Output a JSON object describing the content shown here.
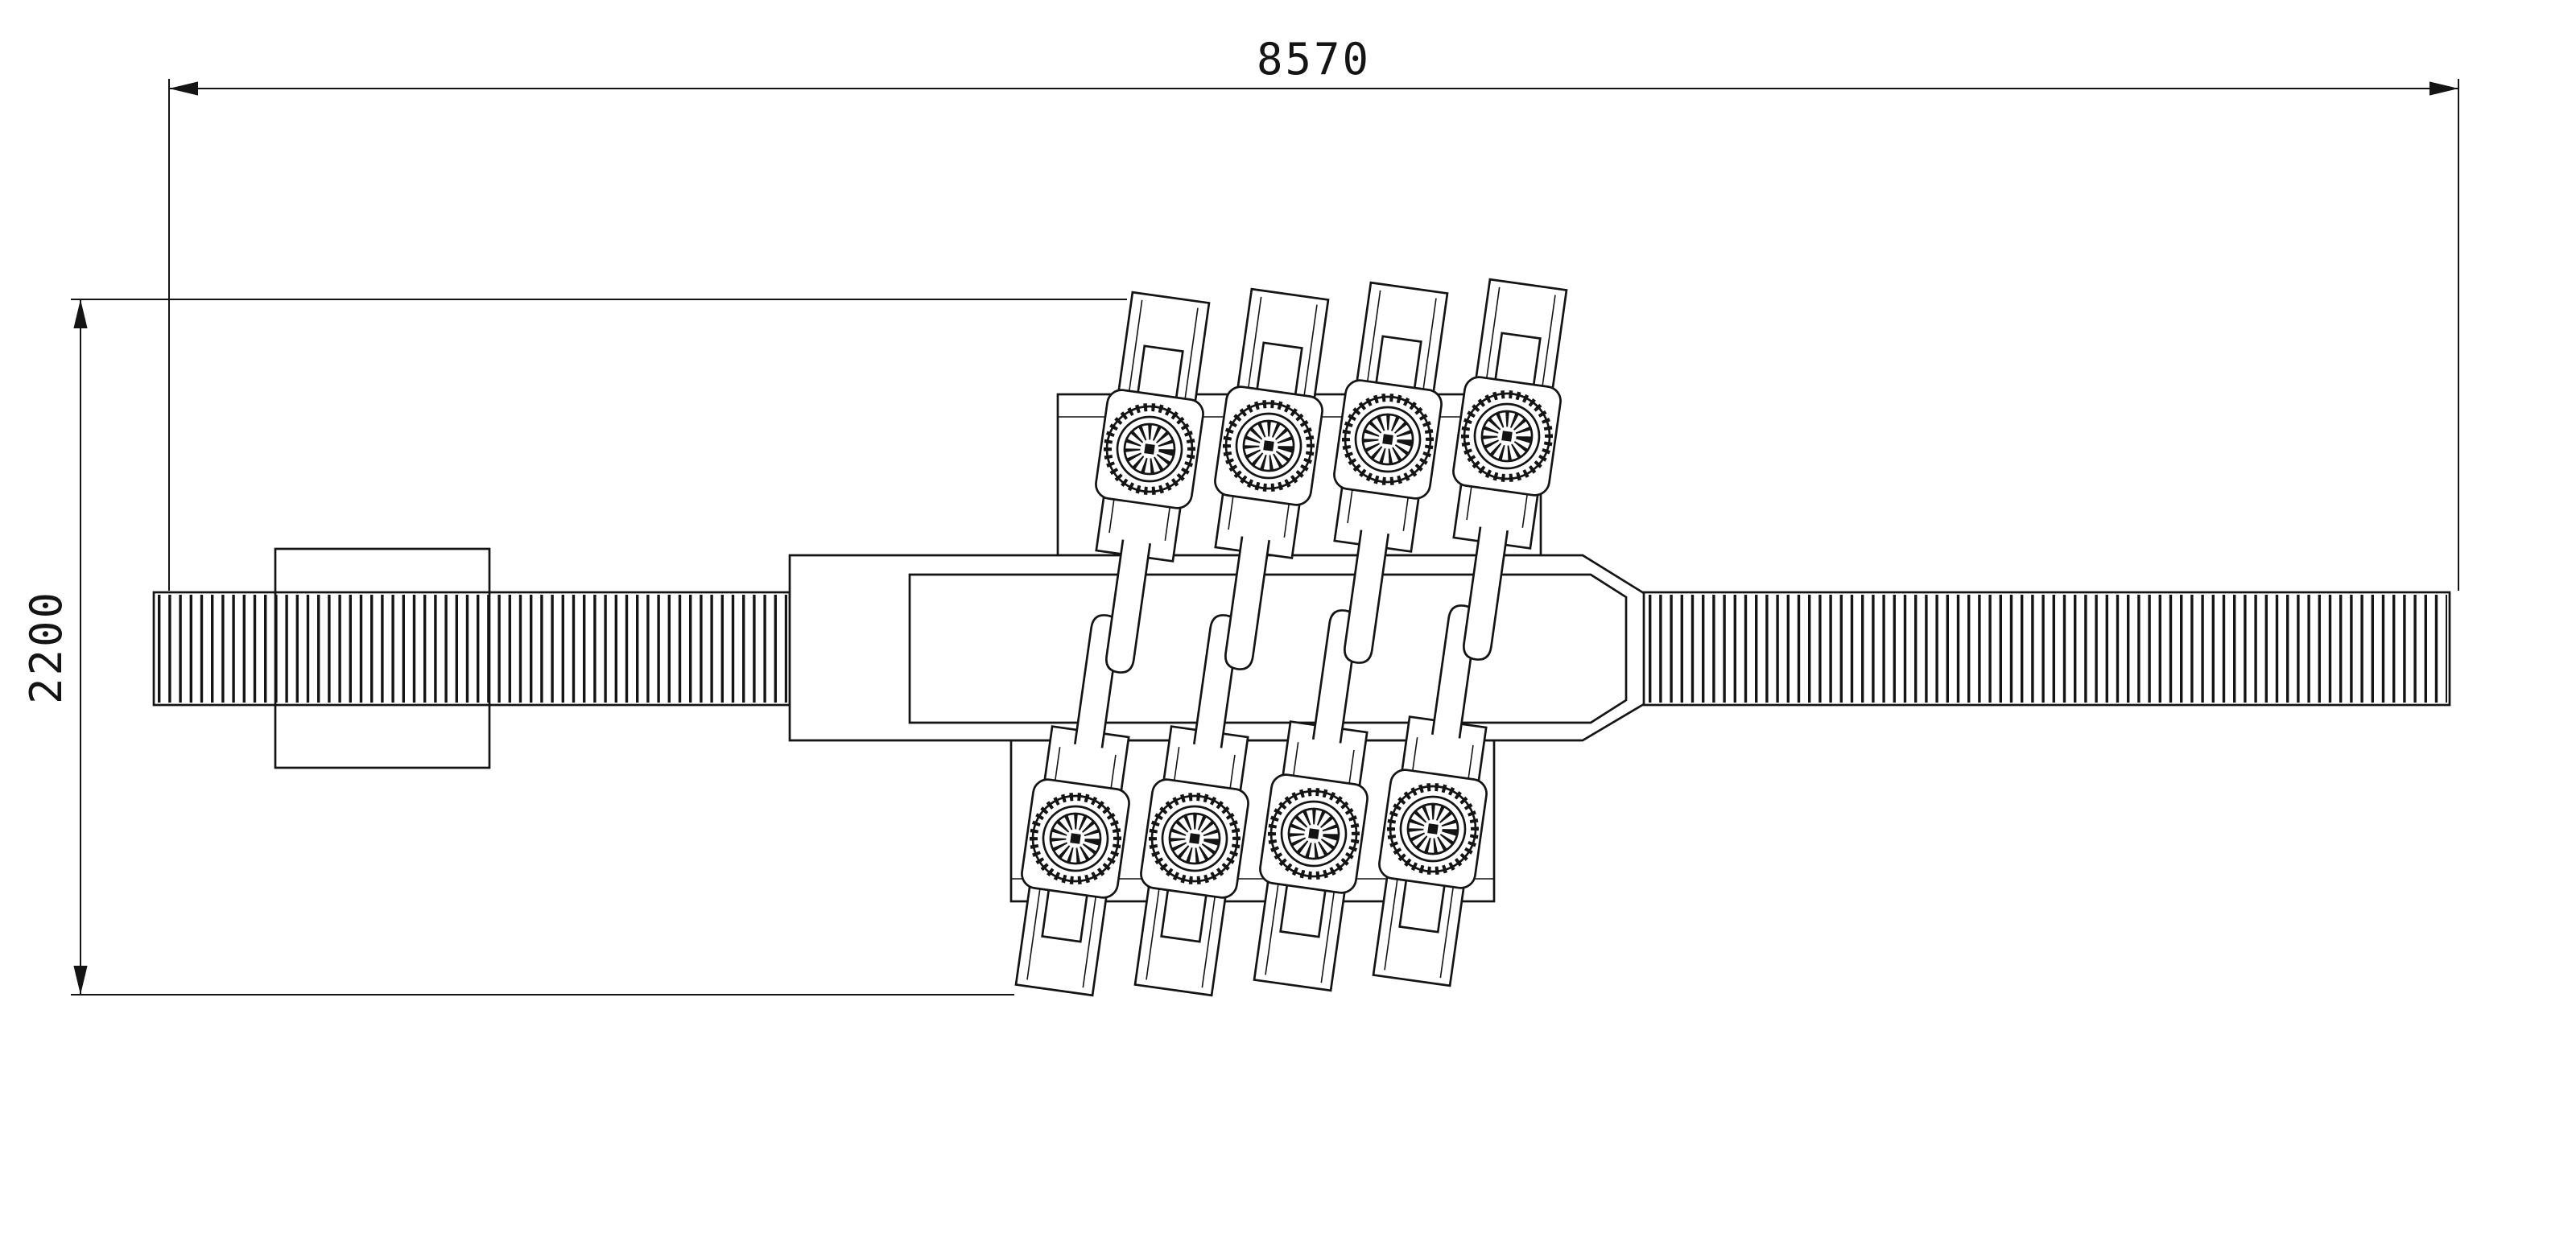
{
  "drawing": {
    "dimensions": {
      "overall_length": "8570",
      "overall_height": "2200"
    },
    "components": {
      "upper_roller_arms": 4,
      "lower_roller_arms": 4
    },
    "colors": {
      "line": "#141414",
      "background": "#ffffff"
    }
  }
}
